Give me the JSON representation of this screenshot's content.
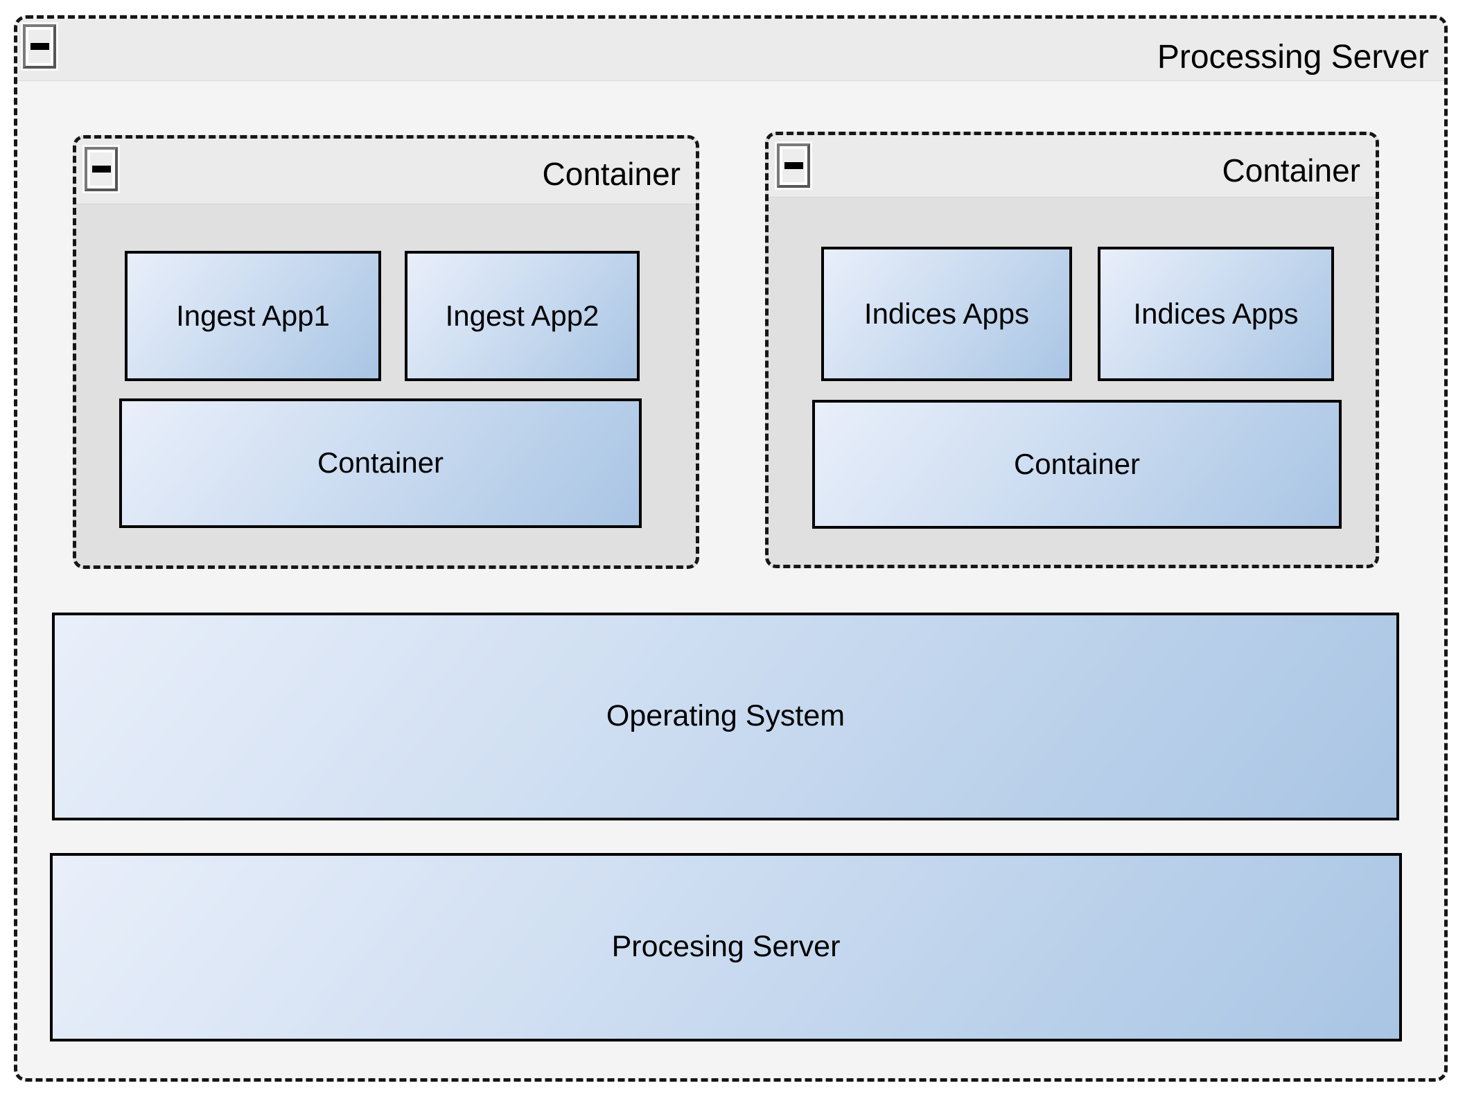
{
  "root": {
    "title": "Processing Server"
  },
  "left_container": {
    "title": "Container",
    "apps": [
      "Ingest App1",
      "Ingest App2"
    ],
    "inner_box": "Container"
  },
  "right_container": {
    "title": "Container",
    "apps": [
      "Indices Apps",
      "Indices Apps"
    ],
    "inner_box": "Container"
  },
  "layers": {
    "operating_system": "Operating System",
    "processing_server": "Procesing Server"
  },
  "icons": {
    "collapse": "minus"
  },
  "colors": {
    "dash": "#161616",
    "outer_bg": "#f4f4f5",
    "header_bg": "#ebebec",
    "container_bg": "#e0e0e1",
    "grad_start": "#e9effa",
    "grad_end": "#a9c5e4"
  }
}
